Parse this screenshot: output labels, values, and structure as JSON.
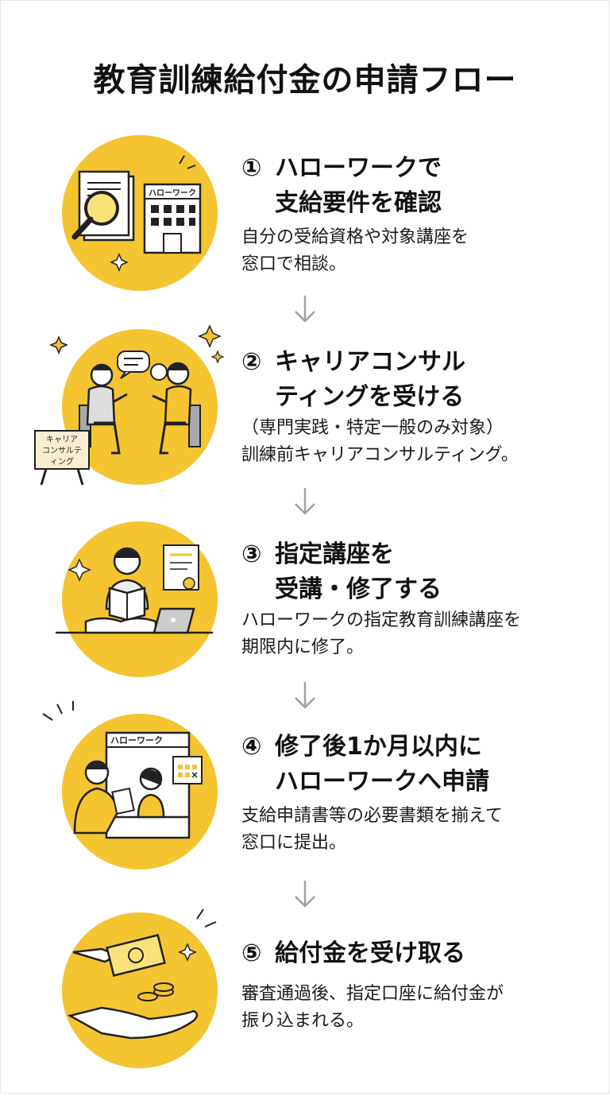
{
  "page": {
    "title": "教育訓練給付金の申請フロー"
  },
  "steps": [
    {
      "num": "①",
      "title_line1": "ハローワークで",
      "title_line2": "支給要件を確認",
      "desc_line1": "自分の受給資格や対象講座を",
      "desc_line2": "窓口で相談。",
      "illustration_text": "ハローワーク"
    },
    {
      "num": "②",
      "title_line1": "キャリアコンサル",
      "title_line2": "ティングを受ける",
      "desc_line1": "（専門実践・特定一般のみ対象）",
      "desc_line2": "訓練前キャリアコンサルティング。",
      "illustration_sign_line1": "キャリア",
      "illustration_sign_line2": "コンサルテ",
      "illustration_sign_line3": "ィング"
    },
    {
      "num": "③",
      "title_line1": "指定講座を",
      "title_line2": "受講・修了する",
      "desc_line1": "ハローワークの指定教育訓練講座を",
      "desc_line2": "期限内に修了。"
    },
    {
      "num": "④",
      "title_line1": "修了後1か月以内に",
      "title_line2": "ハローワークへ申請",
      "desc_line1": "支給申請書等の必要書類を揃えて",
      "desc_line2": "窓口に提出。",
      "illustration_text": "ハローワーク"
    },
    {
      "num": "⑤",
      "title_line1": "給付金を受け取る",
      "title_line2": "",
      "desc_line1": "審査通過後、指定口座に給付金が",
      "desc_line2": "振り込まれる。"
    }
  ],
  "colors": {
    "accent": "#f4c431",
    "arrow": "#a0a0a0",
    "text": "#1a1a1a"
  },
  "icons": [
    "document-magnifier-icon",
    "office-building-icon",
    "consultation-icon",
    "study-book-icon",
    "counter-window-icon",
    "money-hand-icon",
    "down-arrow-icon",
    "sparkle-icon"
  ]
}
